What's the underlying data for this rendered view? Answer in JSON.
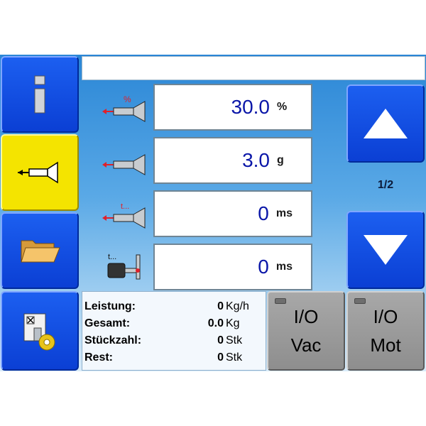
{
  "sidebar": {
    "items": [
      {
        "id": "info",
        "icon": "info-icon",
        "active": false
      },
      {
        "id": "dosing",
        "icon": "dosing-nozzle-icon",
        "active": true
      },
      {
        "id": "files",
        "icon": "folder-icon",
        "active": false
      },
      {
        "id": "settings",
        "icon": "checklist-gear-icon",
        "active": false
      }
    ]
  },
  "params": [
    {
      "icon": "nozzle-percent-icon",
      "icon_label": "%",
      "value": "30.0",
      "unit": "%"
    },
    {
      "icon": "nozzle-weight-icon",
      "value": "3.0",
      "unit": "g"
    },
    {
      "icon": "nozzle-time-icon",
      "icon_label": "t...",
      "value": "0",
      "unit": "ms"
    },
    {
      "icon": "motor-time-icon",
      "icon_label": "t...",
      "value": "0",
      "unit": "ms"
    }
  ],
  "pager": {
    "indicator": "1/2"
  },
  "info": [
    {
      "label": "Leistung:",
      "value": "0",
      "unit": "Kg/h"
    },
    {
      "label": "Gesamt:",
      "value": "0.0",
      "unit": "Kg"
    },
    {
      "label": "Stückzahl:",
      "value": "0",
      "unit": "Stk"
    },
    {
      "label": "Rest:",
      "value": "0",
      "unit": "Stk"
    }
  ],
  "io_buttons": [
    {
      "line1": "I/O",
      "line2": "Vac"
    },
    {
      "line1": "I/O",
      "line2": "Mot"
    }
  ],
  "colors": {
    "accent_blue": "#0b3fd4",
    "active_yellow": "#f4e400",
    "value_text": "#0a16a8",
    "icon_red": "#e0202a"
  }
}
